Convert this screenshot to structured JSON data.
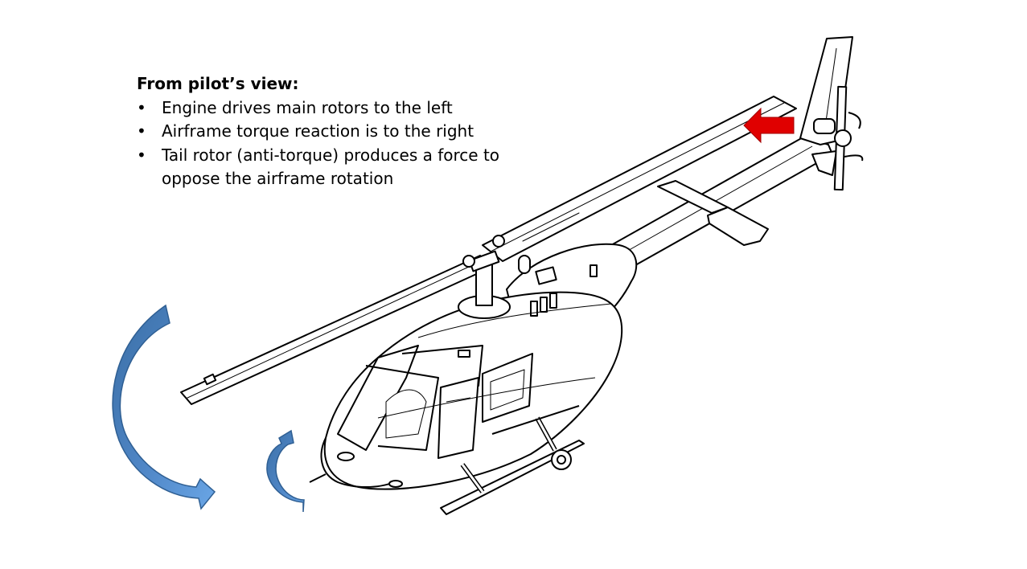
{
  "slide": {
    "heading": "From pilot’s view:",
    "bullet_char": "•",
    "bullets": [
      "Engine drives main rotors to the left",
      "Airframe torque reaction is to the right",
      "Tail rotor (anti-torque) produces a force to oppose the airframe rotation"
    ]
  },
  "colors": {
    "rotation_arrow": "#4f86c6",
    "rotation_arrow_dark": "#2f5f93",
    "tail_force_arrow": "#e00000",
    "line_art": "#000000"
  },
  "illustration": {
    "subject": "helicopter line drawing",
    "icons": [
      "large-curved-arrow-icon",
      "small-curved-arrow-icon",
      "red-force-arrow-icon"
    ]
  }
}
